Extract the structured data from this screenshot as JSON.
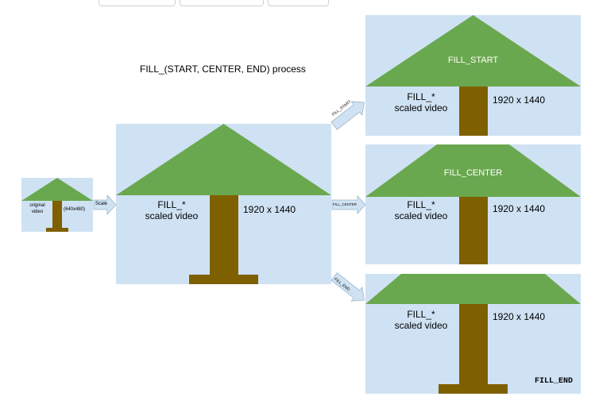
{
  "colors": {
    "background": "#ffffff",
    "sky": "#cfe2f3",
    "canopy": "#6aa84f",
    "trunk": "#7f6000",
    "arrow_fill": "#cfe2f3",
    "arrow_stroke": "#9fb5c9"
  },
  "toolbar": {
    "buttons": [
      "",
      "",
      ""
    ]
  },
  "title": "FILL_(START, CENTER, END) process",
  "original": {
    "label": "original\nvideo",
    "size": "(640x480)"
  },
  "scaled": {
    "label": "FILL_*\nscaled video",
    "size": "1920 x 1440"
  },
  "arrows": {
    "scale": "Scale",
    "start": "FILL_START",
    "center": "FILL_CENTER",
    "end": "FILL_END"
  },
  "fill_start": {
    "title": "FILL_START",
    "label": "FILL_*\nscaled video",
    "size": "1920 x 1440"
  },
  "fill_center": {
    "title": "FILL_CENTER",
    "label": "FILL_*\nscaled video",
    "size": "1920 x 1440"
  },
  "fill_end": {
    "title": "FILL_END",
    "label": "FILL_*\nscaled video",
    "size": "1920 x 1440"
  }
}
